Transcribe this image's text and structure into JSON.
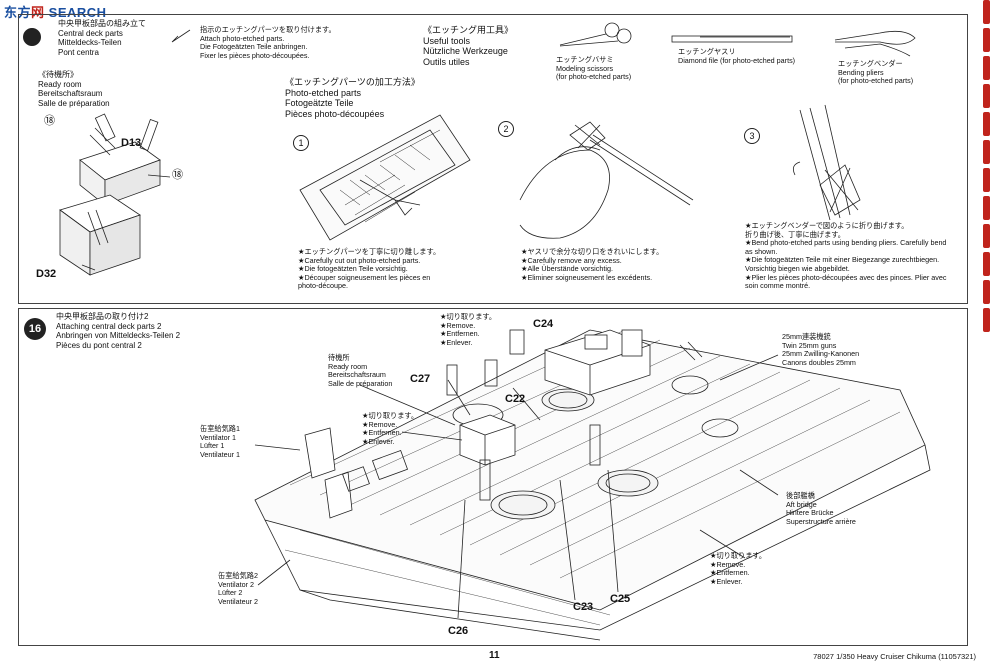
{
  "watermark": {
    "part1": "东方",
    "part2": "网",
    "part3": "SEARCH"
  },
  "page_number": "11",
  "footer_code": "78027 1/350 Heavy Cruiser Chikuma (11057321)",
  "step15": {
    "title_lines": [
      "中央甲板部品の組み立て",
      "Central deck parts",
      "Mitteldecks-Teilen",
      "Pont centra"
    ],
    "attach_lines": [
      "指示のエッチングパーツを取り付けます。",
      "Attach photo-etched parts.",
      "Die Fotogeätzten Teile anbringen.",
      "Fixer les pièces photo-découpées."
    ],
    "ready_room_lines": [
      "《待機所》",
      "Ready room",
      "Bereitschaftsraum",
      "Salle de préparation"
    ],
    "callout_a": "⑱",
    "callout_b": "⑱",
    "part_d13": "D13",
    "part_d32": "D32",
    "useful_tools_lines": [
      "《エッチング用工具》",
      "Useful tools",
      "Nützliche Werkzeuge",
      "Outils utiles"
    ],
    "tool1_lines": [
      "エッチングバサミ",
      "Modeling scissors",
      "(for photo-etched parts)"
    ],
    "tool2_lines": [
      "エッチングヤスリ",
      "Diamond file (for photo-etched parts)"
    ],
    "tool3_lines": [
      "エッチングベンダー",
      "Bending pliers",
      "(for photo-etched parts)"
    ],
    "processing_lines": [
      "《エッチングパーツの加工方法》",
      "Photo-etched parts",
      "Fotogeätzte Teile",
      "Pièces photo-découpées"
    ],
    "sub1": "1",
    "sub2": "2",
    "sub3": "3",
    "sub1_text": [
      "★エッチングパーツを丁寧に切り離します。",
      "★Carefully cut out photo-etched parts.",
      "★Die fotogeätzten Teile vorsichtig.",
      "★Découper soigneusement les pièces en",
      "photo-découpe."
    ],
    "sub2_text": [
      "★ヤスリで余分な切り口をきれいにします。",
      "★Carefully remove any excess.",
      "★Alle Überstände vorsichtig.",
      "★Eliminer soigneusement les excédents."
    ],
    "sub3_text": [
      "★エッチングベンダーで図のように折り曲げます。",
      "折り曲げ後、丁寧に曲げます。",
      "★Bend photo-etched parts using bending pliers. Carefully bend",
      "as shown.",
      "★Die fotogeätzten Teile mit einer Biegezange zurechtbiegen.",
      "Vorsichtig biegen wie abgebildet.",
      "★Plier les pièces photo-découpées avec des pinces. Plier avec",
      "soin comme montré."
    ]
  },
  "step16": {
    "number": "16",
    "title_lines": [
      "中央甲板部品の取り付け2",
      "Attaching central deck parts 2",
      "Anbringen von Mitteldecks-Teilen 2",
      "Pièces du pont central 2"
    ],
    "ready_room_lines": [
      "待機所",
      "Ready room",
      "Bereitschaftsraum",
      "Salle de préparation"
    ],
    "remove_top": [
      "★切り取ります。",
      "★Remove.",
      "★Entfernen.",
      "★Enlever."
    ],
    "remove_mid": [
      "★切り取ります。",
      "★Remove.",
      "★Entfernen.",
      "★Enlever."
    ],
    "remove_bottom": [
      "★切り取ります。",
      "★Remove.",
      "★Entfernen.",
      "★Enlever."
    ],
    "ventilator1": [
      "缶室給気路1",
      "Ventilator 1",
      "Lüfter 1",
      "Ventilateur 1"
    ],
    "ventilator2": [
      "缶室給気路2",
      "Ventilator 2",
      "Lüfter 2",
      "Ventilateur 2"
    ],
    "guns": [
      "25mm連装機銃",
      "Twin 25mm guns",
      "25mm Zwilling-Kanonen",
      "Canons doubles 25mm"
    ],
    "aft_bridge": [
      "後部艦橋",
      "Aft bridge",
      "Hintere Brücke",
      "Superstructure arrière"
    ],
    "parts": {
      "c24": "C24",
      "c27": "C27",
      "c22": "C22",
      "c23": "C23",
      "c25": "C25",
      "c26": "C26"
    }
  },
  "colors": {
    "watermark_blue": "#1a4fa0",
    "watermark_red": "#c0241c"
  }
}
